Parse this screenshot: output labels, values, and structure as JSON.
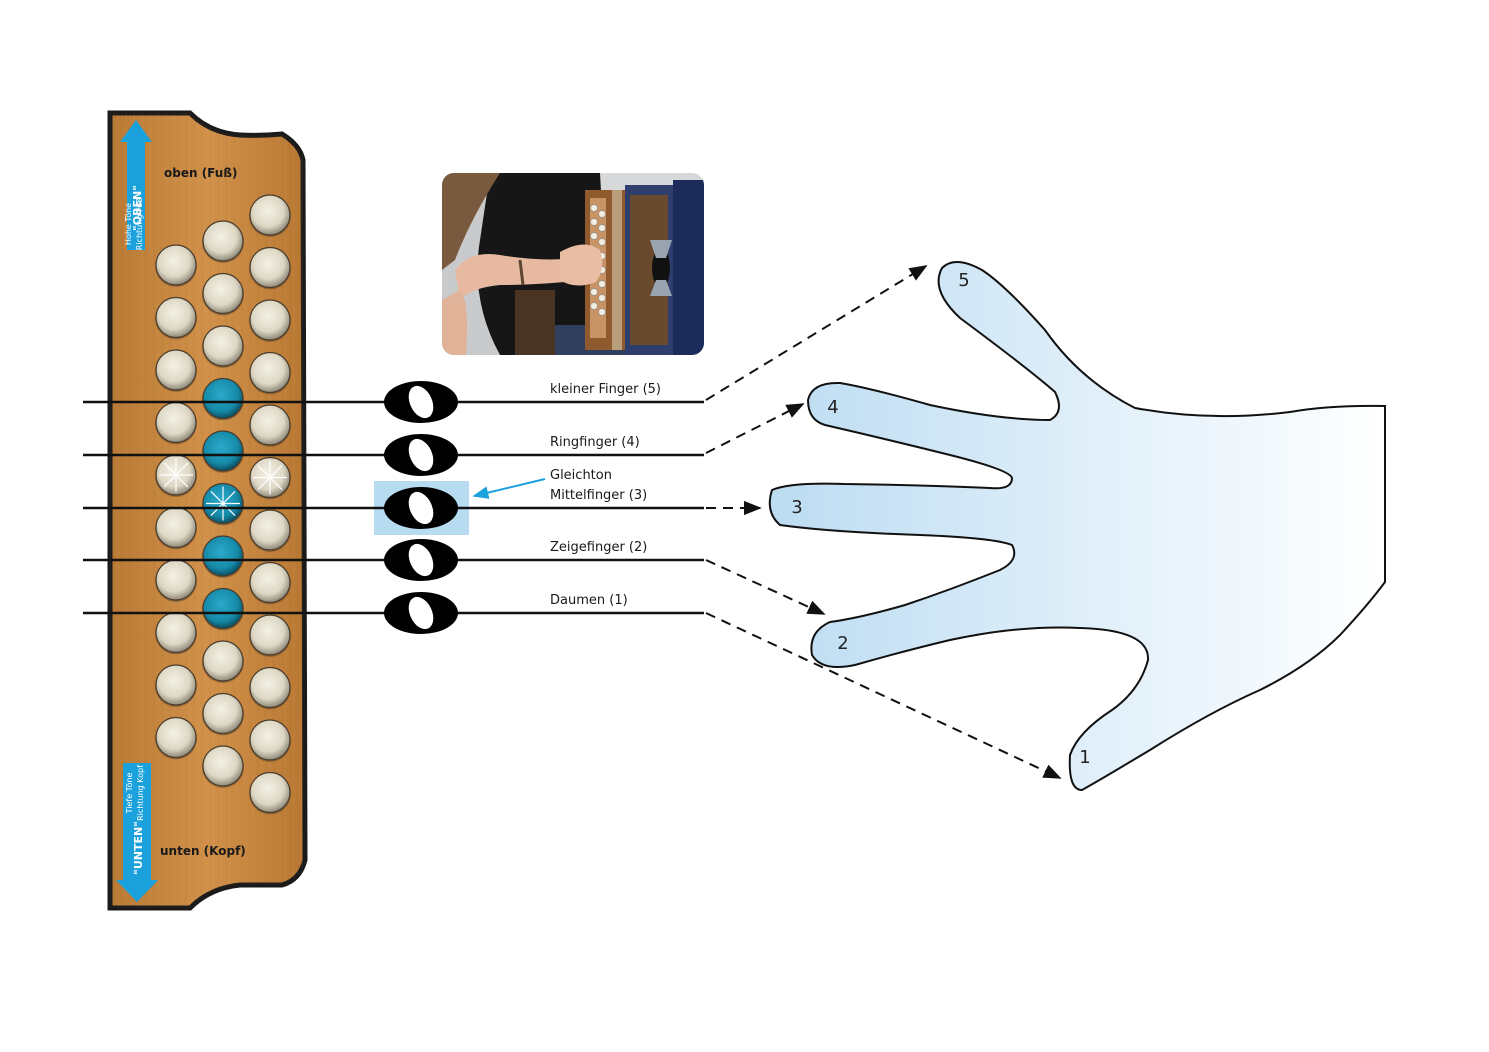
{
  "board": {
    "top_label": "oben (Fuß)",
    "bottom_label": "unten (Kopf)",
    "top_arrow": {
      "title": "\"OBEN\"",
      "line1": "Hohe Töne",
      "line2": "Richtung Fuß"
    },
    "bottom_arrow": {
      "title": "\"UNTEN\"",
      "line1": "Tiefe Töne",
      "line2": "Richtung Kopf"
    }
  },
  "photo": {
    "description_icon": "accordion-player-photo"
  },
  "staff_lines": [
    {
      "label": "kleiner Finger (5)"
    },
    {
      "label": "Ringfinger (4)"
    },
    {
      "label": "Mittelfinger (3)"
    },
    {
      "label": "Zeigefinger (2)"
    },
    {
      "label": "Daumen (1)"
    }
  ],
  "callout": {
    "label": "Gleichton"
  },
  "fingers": [
    "5",
    "4",
    "3",
    "2",
    "1"
  ],
  "colors": {
    "wood": "#c98a40",
    "highlight_button": "#1a8cae",
    "blue_arrow": "#1ba1dc",
    "hand_fill": "#cde5f5",
    "callout_box": "#b7dcf1"
  }
}
